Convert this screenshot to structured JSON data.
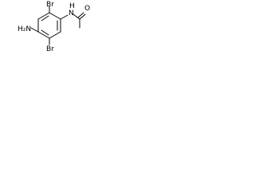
{
  "molecule": {
    "atoms": {
      "br_top": "Br",
      "br_bottom": "Br",
      "nh": "N",
      "h_on_n": "H",
      "o": "O",
      "nh2": "H₂N"
    }
  }
}
